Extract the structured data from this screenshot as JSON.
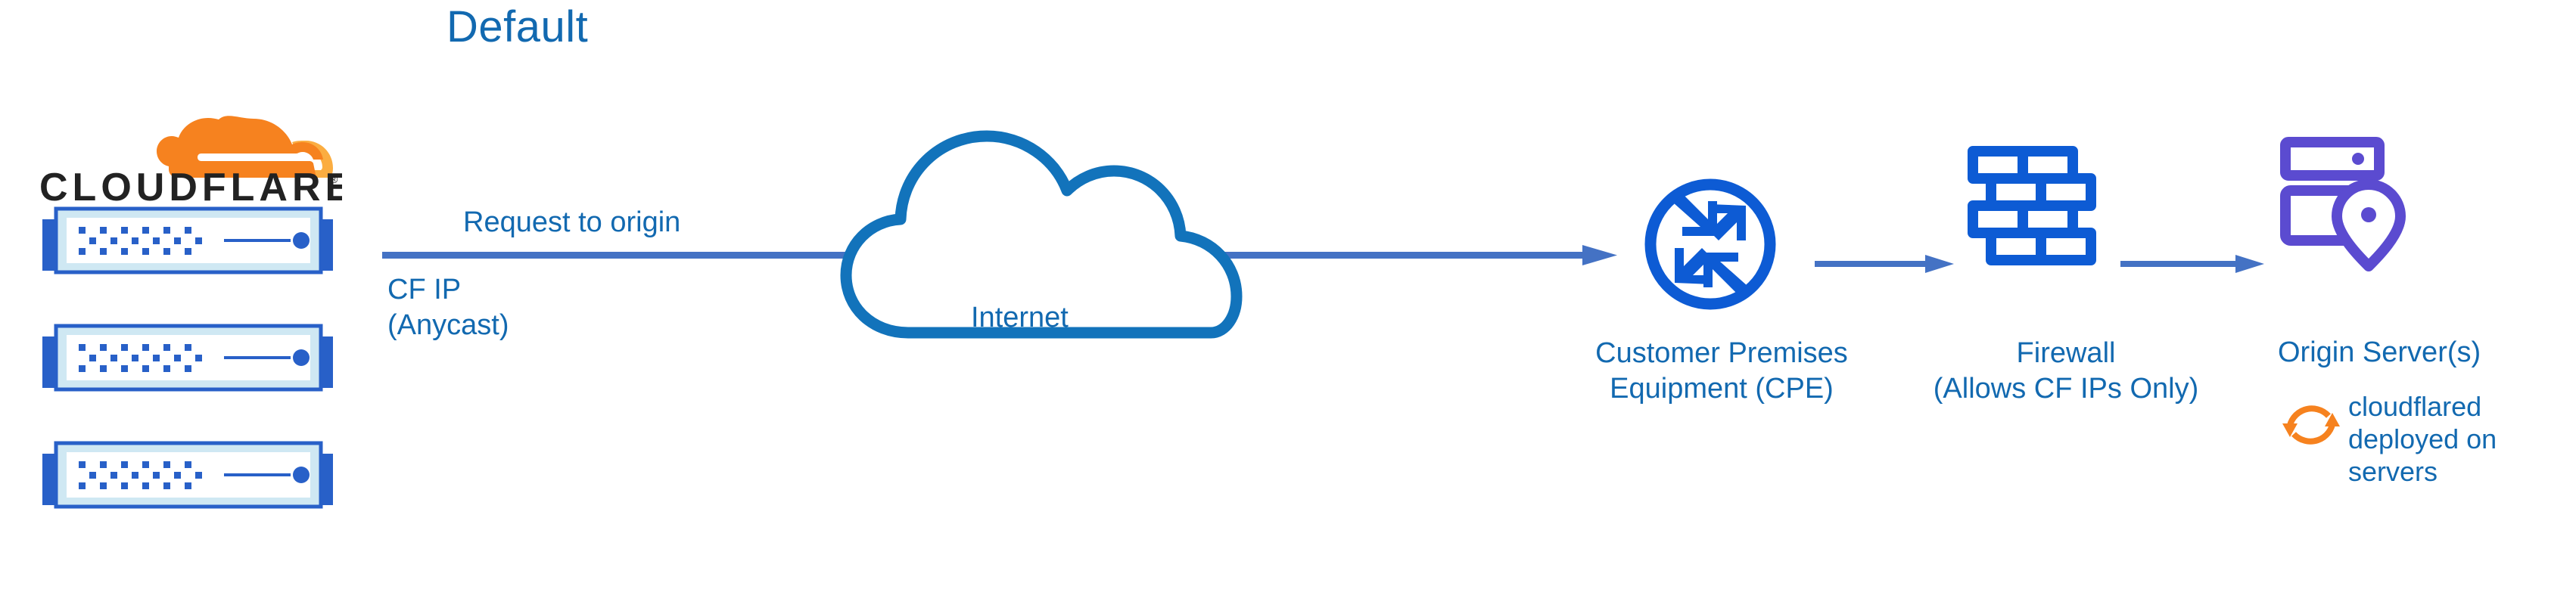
{
  "title": "Default",
  "colors": {
    "title_blue": "#1269B0",
    "label_blue": "#1269B0",
    "arrow_blue": "#4472C4",
    "icon_blue": "#0D5BD4",
    "cloud_stroke_blue": "#1273BB",
    "origin_purple": "#5B4BD0",
    "cloudflare_orange_dark": "#F6821F",
    "cloudflare_orange_light": "#FBAD41",
    "server_frame_blue": "#2860C8",
    "server_fill_light": "#CFE8F3",
    "logo_text_black": "#222222"
  },
  "cloudflare_stack": {
    "logo_wordmark": "CLOUDFLARE",
    "logo_registered_mark": "®",
    "icon_name": "cloudflare-cloud-logo",
    "server_count": 3,
    "server_icon_name": "cloudflare-edge-server"
  },
  "connections": {
    "main": {
      "label": "Request to origin",
      "sublabel": "CF IP\n(Anycast)",
      "sublabel_line1": "CF IP",
      "sublabel_line2": "(Anycast)"
    },
    "cpe_to_firewall": {
      "label": ""
    },
    "firewall_to_origin": {
      "label": ""
    }
  },
  "nodes": [
    {
      "id": "internet",
      "label": "Internet",
      "icon": "cloud-icon"
    },
    {
      "id": "cpe",
      "label_line1": "Customer Premises",
      "label_line2": "Equipment (CPE)",
      "icon": "router-icon"
    },
    {
      "id": "firewall",
      "label_line1": "Firewall",
      "label_line2": "(Allows CF IPs Only)",
      "icon": "brick-wall-icon"
    },
    {
      "id": "origin",
      "label": "Origin Server(s)",
      "icon": "server-rack-location-pin-icon",
      "note_line1": "cloudflared",
      "note_line2": "deployed on",
      "note_line3": "servers",
      "note_icon": "sync-arrows-icon"
    }
  ]
}
